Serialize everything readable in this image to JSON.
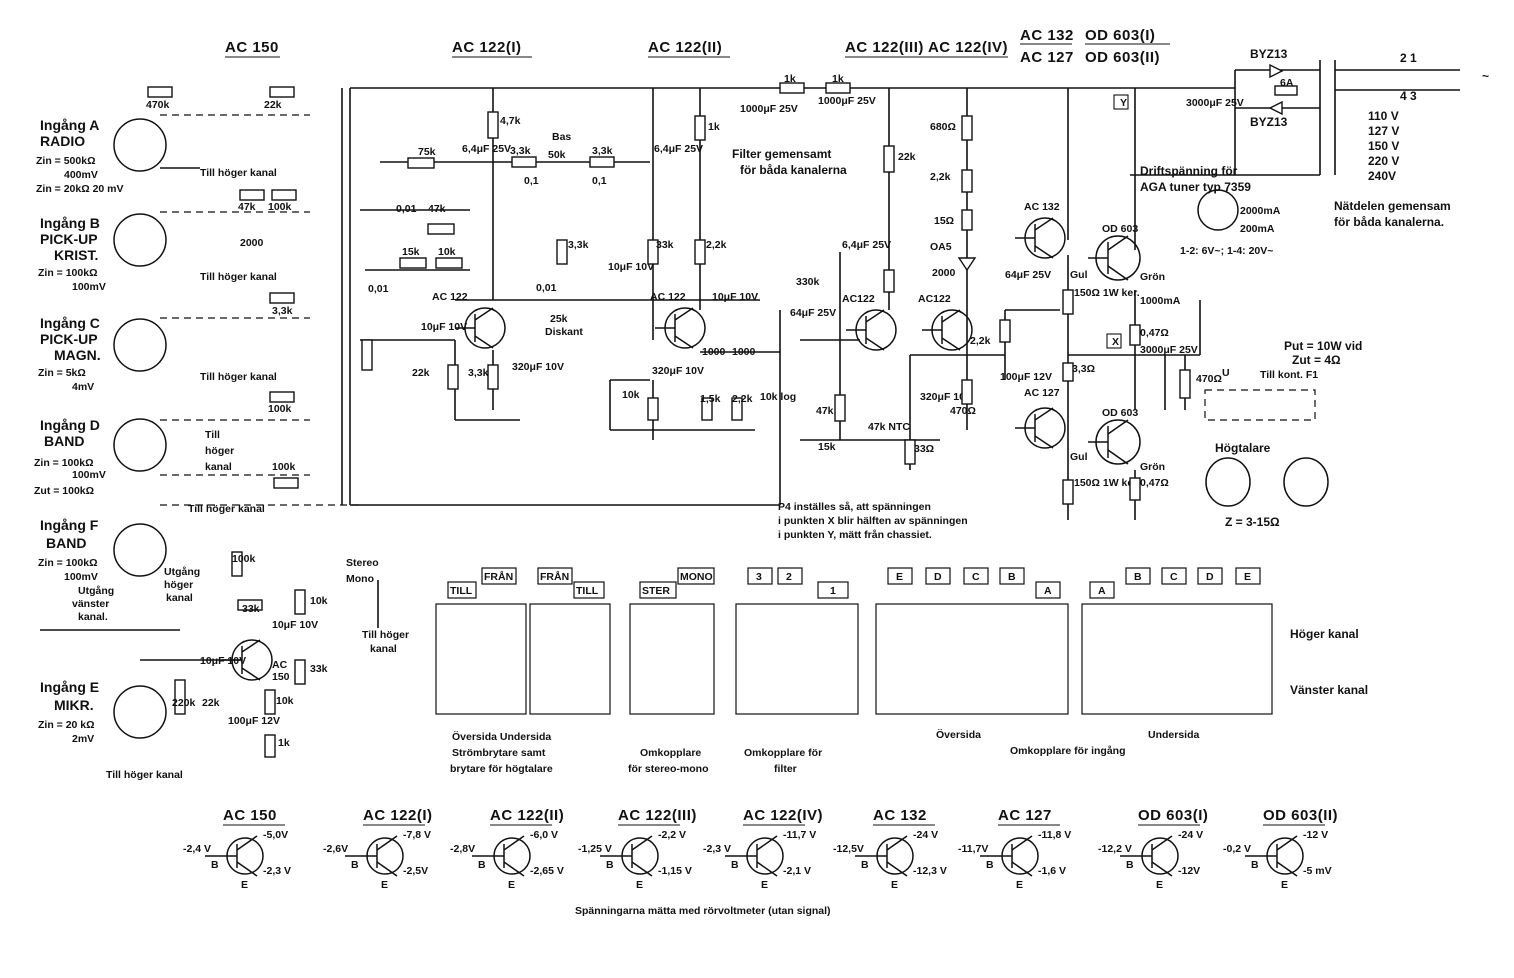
{
  "transistor_headers": [
    {
      "id": "ac150",
      "text": "AC 150"
    },
    {
      "id": "ac122_1",
      "text": "AC 122(I)"
    },
    {
      "id": "ac122_2",
      "text": "AC 122(II)"
    },
    {
      "id": "ac122_34",
      "text": "AC 122(III) AC 122(IV)"
    },
    {
      "id": "ac132",
      "text": "AC 132"
    },
    {
      "id": "ac127",
      "text": "AC 127"
    },
    {
      "id": "od603_1",
      "text": "OD 603(I)"
    },
    {
      "id": "od603_2",
      "text": "OD 603(II)"
    }
  ],
  "inputs": [
    {
      "name": "Ingång A",
      "type": "RADIO",
      "l1": "Zin = 500kΩ",
      "l2": "400mV",
      "l3": "Zin = 20kΩ  20 mV",
      "note": "Till höger kanal"
    },
    {
      "name": "Ingång B",
      "type": "PICK-UP",
      "type2": "KRIST.",
      "l1": "Zin = 100kΩ",
      "l2": "100mV",
      "note": "Till höger kanal"
    },
    {
      "name": "Ingång C",
      "type": "PICK-UP",
      "type2": "MAGN.",
      "l1": "Zin = 5kΩ",
      "l2": "4mV",
      "note": "Till höger kanal"
    },
    {
      "name": "Ingång D",
      "type": "BAND",
      "l1": "Zin = 100kΩ",
      "l2": "100mV",
      "l3": "Zut = 100kΩ",
      "note": "Till höger kanal"
    },
    {
      "name": "Ingång F",
      "type": "BAND",
      "l1": "Zin = 100kΩ",
      "l2": "100mV",
      "note": "Till höger kanal"
    },
    {
      "name": "Ingång E",
      "type": "MIKR.",
      "l1": "Zin = 20 kΩ",
      "l2": "2mV",
      "note": "Till höger kanal"
    }
  ],
  "labels": {
    "till_hoger_kanal_d": "Till höger kanal",
    "utgang_hoger": "Utgång höger kanal",
    "utgang_vanster": "Utgång vänster kanal",
    "stereo": "Stereo",
    "mono": "Mono",
    "till_hoger_kanal_sm": "Till höger kanal",
    "filter_shared": "Filter gemensamt för båda kanalerna",
    "bas": "Bas",
    "diskant": "Diskant",
    "drift": "Driftspänning för AGA tuner typ 7359",
    "natdel": "Nätdelen gemensam för båda kanalerna.",
    "drift_v": "1-2: 6V~;  1-4: 20V~",
    "put": "Put = 10W vid",
    "zut": "Zut = 4Ω",
    "till_kont": "Till kont. F1",
    "hogtalare": "Högtalare",
    "z_speaker": "Z = 3-15Ω",
    "p4_note1": "P4 inställes så, att spänningen",
    "p4_note2": "i punkten X blir hälften av spänningen",
    "p4_note3": "i punkten Y, mätt från chassiet.",
    "voltages": [
      "110 V",
      "127 V",
      "150 V",
      "220 V",
      "240V"
    ],
    "fuse": "6A",
    "byz1": "BYZ13",
    "byz2": "BYZ13",
    "ma2000": "2000mA",
    "ma200": "200mA",
    "ma1000": "1000mA",
    "gul1": "Gul",
    "gul2": "Gul",
    "gron1": "Grön",
    "gron2": "Grön",
    "u_label": "U",
    "x_label": "X",
    "y_label": "Y"
  },
  "components": {
    "R1": "470k",
    "R2": "22k",
    "R3": "47k",
    "R4": "100k",
    "R5": "3,3k",
    "R6": "100k",
    "R7": "100k",
    "R8": "100k",
    "R10": "33k",
    "R11": "10k",
    "R16": "33k",
    "R12": "220k",
    "R14": "10k",
    "R15": "1k",
    "R13": "22k",
    "R17": "75k",
    "R18": "47k",
    "R19": "15k",
    "R20": "10k",
    "R22": "22k",
    "R23": "3,3k",
    "R24": "4,7k",
    "R25": "3,3k",
    "R26": "3,3k",
    "R27": "3,3k",
    "R28": "1k",
    "R29": "33k",
    "R30": "2,2k",
    "R31": "10k",
    "R32": "1,5k",
    "R33": "2,2k",
    "R34": "1k",
    "R35": "1k",
    "R36": "22k",
    "R37": "330k",
    "R38": "22k",
    "R40": "47k",
    "R42": "33Ω",
    "R43": "680Ω",
    "R44": "2,2k",
    "R45": "15Ω",
    "R46": "2,2k",
    "R47": "470Ω",
    "R48": "150Ω 1W ker.",
    "R49": "3,3Ω",
    "R50": "150Ω 1W ker.",
    "R51": "0,47Ω",
    "R52": "470Ω",
    "R53": "0,47Ω",
    "C9": "6,4μF 25V",
    "C14": "6,4μF 25V",
    "C13": "320μF 10V",
    "C19": "1000μF 25V",
    "C20": "1000μF 25V",
    "C28": "3000μF 25V",
    "C27": "3000μF 25V",
    "C10": "0,1",
    "C11": "0,1",
    "C12": "0,01",
    "C30": "10μF 10V",
    "C5": "0,01",
    "C6": "0,01",
    "C1": "2000",
    "C16": "10μF 10V",
    "C17": "1000",
    "C18": "1000",
    "C15": "320μF 10V",
    "C21": "6,4μF 25V",
    "C22": "64μF 25V",
    "C23": "320μF 10V",
    "C24": "64μF 25V",
    "C25": "2000",
    "C26": "100μF 12V",
    "C8": "10μF 10V",
    "C4": "10μF 10V",
    "C2": "10μF 10V",
    "C3": "100μF 12V",
    "P1": "50k",
    "P2": "25k",
    "P3": "10k log",
    "P4": "15k",
    "NTC": "47k NTC",
    "OA5": "OA5"
  },
  "switch_panels": {
    "p1_top": [
      "TILL",
      "FRÅN"
    ],
    "p1_top2": [
      "FRÅN",
      "TILL"
    ],
    "p1_bottom": "Översida    Undersida",
    "p1_caption": "Strömbrytare samt brytare för högtalare",
    "p2_top": [
      "STER",
      "MONO"
    ],
    "p2_caption": "Omkopplare för stereo-mono",
    "p3_top": [
      "3",
      "2",
      "1"
    ],
    "p3_caption": "Omkopplare för filter",
    "p4_top": [
      "E",
      "D",
      "C",
      "B",
      "A"
    ],
    "p4_bottom": "Översida",
    "p5_top": [
      "A",
      "B",
      "C",
      "D",
      "E"
    ],
    "p5_bottom": "Undersida",
    "p45_caption": "Omkopplare för ingång",
    "hoger": "Höger kanal",
    "vanster": "Vänster kanal"
  },
  "voltage_table": [
    {
      "name": "AC 150",
      "b": "-2,4 V",
      "c": "-5,0V",
      "e": "-2,3 V"
    },
    {
      "name": "AC 122(I)",
      "b": "-2,6V",
      "c": "-7,8 V",
      "e": "-2,5V"
    },
    {
      "name": "AC 122(II)",
      "b": "-2,8V",
      "c": "-6,0 V",
      "e": "-2,65 V"
    },
    {
      "name": "AC 122(III)",
      "b": "-1,25 V",
      "c": "-2,2 V",
      "e": "-1,15 V"
    },
    {
      "name": "AC 122(IV)",
      "b": "-2,3 V",
      "c": "-11,7 V",
      "e": "-2,1 V"
    },
    {
      "name": "AC 132",
      "b": "-12,5V",
      "c": "-24 V",
      "e": "-12,3 V"
    },
    {
      "name": "AC 127",
      "b": "-11,7V",
      "c": "-11,8 V",
      "e": "-1,6 V"
    },
    {
      "name": "OD 603(I)",
      "b": "-12,2 V",
      "c": "-24 V",
      "e": "-12V"
    },
    {
      "name": "OD 603(II)",
      "b": "-0,2 V",
      "c": "-12 V",
      "e": "-5 mV"
    }
  ],
  "footer_note": "Spänningarna mätta med rörvoltmeter (utan signal)"
}
